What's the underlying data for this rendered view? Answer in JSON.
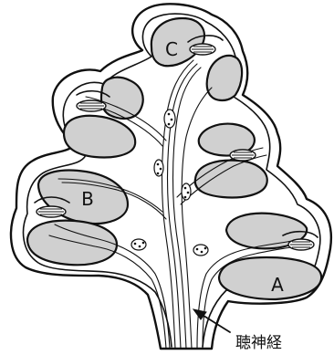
{
  "figure": {
    "labels": {
      "a": "A",
      "b": "B",
      "c": "C",
      "nerve": "聴神経"
    }
  },
  "colors": {
    "line": "#111111",
    "fill": "#d0d0d0",
    "background": "#ffffff"
  }
}
